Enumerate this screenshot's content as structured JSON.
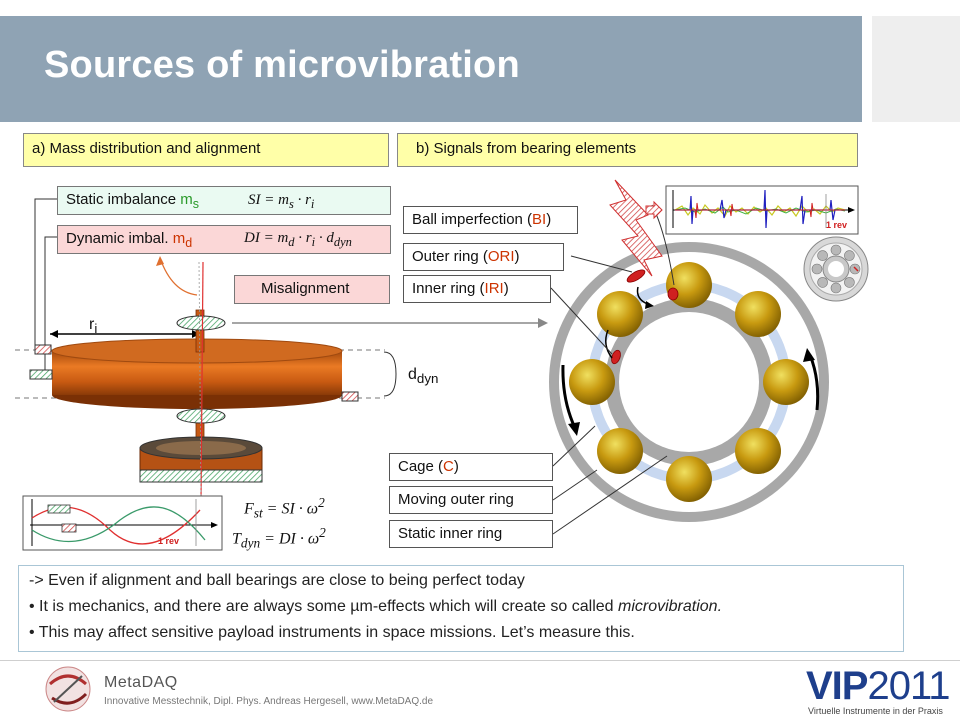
{
  "header": {
    "title": "Sources of microvibration"
  },
  "panels": {
    "a": "a) Mass distribution and alignment",
    "b": "b) Signals from bearing elements"
  },
  "left": {
    "static_label": "Static imbalance ",
    "static_sym": "m",
    "static_sub": "s",
    "static_formula_lhs": "SI = m",
    "static_formula_rest": " · r",
    "dynamic_label": "Dynamic imbal. ",
    "dynamic_sym": "m",
    "dynamic_sub": "d",
    "dynamic_formula_lhs": "DI = m",
    "dynamic_formula_mid": " · r",
    "dynamic_formula_rest": " · d",
    "dynamic_formula_dsub": "dyn",
    "misalignment": "Misalignment",
    "ri": "r",
    "ri_sub": "i",
    "ddyn": "d",
    "ddyn_sub": "dyn",
    "rev": "1 rev",
    "fst": "F",
    "fst_sub": "st",
    "fst_rhs": " = SI · ω",
    "tdyn": "T",
    "tdyn_sub": "dyn",
    "tdyn_rhs": " = DI · ω",
    "sq": "2"
  },
  "right": {
    "bi_pre": "Ball imperfection (",
    "bi": "BI",
    "ori_pre": "Outer ring (",
    "ori": "ORI",
    "iri_pre": "Inner ring (",
    "iri": "IRI",
    "close": ")",
    "cage_pre": "Cage (",
    "cage": "C",
    "moving": "Moving outer ring",
    "static": "Static inner ring",
    "rev": "1 rev"
  },
  "notes": [
    "-> Even if alignment and ball bearings are close to being perfect today",
    "•  It is mechanics, and there are always some µm-effects which will create so called ",
    "microvibration.",
    "•  This may affect sensitive payload instruments in space missions. Let’s measure this."
  ],
  "footer": {
    "brand": "MetaDAQ",
    "sub": "Innovative Messtechnik, Dipl. Phys. Andreas Hergesell, www.MetaDAQ.de",
    "vip_a": "VIP",
    "vip_b": "2011",
    "vip_sub": "Virtuelle Instrumente in der Praxis"
  }
}
